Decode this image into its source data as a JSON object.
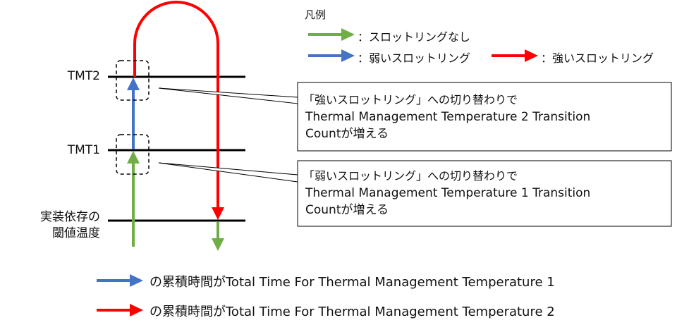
{
  "levels": {
    "tmt2": "TMT2",
    "tmt1": "TMT1",
    "threshold_line1": "実装依存の",
    "threshold_line2": "閾値温度"
  },
  "legend": {
    "title": "凡例",
    "no_throttling": "：スロットリングなし",
    "weak_throttling": "：弱いスロットリング",
    "strong_throttling": "：強いスロットリング"
  },
  "callouts": [
    {
      "line1": "「強いスロットリング」への切り替わりで",
      "line2": "Thermal Management Temperature 2 Transition",
      "line3": "Countが増える"
    },
    {
      "line1": "「弱いスロットリング」への切り替わりで",
      "line2": "Thermal Management Temperature 1 Transition",
      "line3": "Countが増える"
    }
  ],
  "bottom_notes": {
    "blue": "の累積時間がTotal Time For Thermal Management Temperature 1",
    "red": "の累積時間がTotal Time For Thermal Management Temperature 2"
  },
  "colors": {
    "green": "#70ad47",
    "blue": "#4472c4",
    "red": "#ff0000",
    "line": "#000000"
  },
  "icons": {
    "arrow": "right-arrow-icon",
    "dashed_box": "dashed-region"
  }
}
